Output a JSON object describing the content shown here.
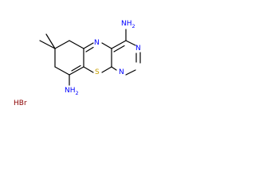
{
  "molecule": {
    "colors": {
      "bond": "#000000",
      "nitrogen": "#0000ff",
      "sulfur": "#c8a000",
      "hydrogen_bromide": "#8b0000"
    },
    "atoms": {
      "amine_top": {
        "main": "NH",
        "sub": "2"
      },
      "amine_bottom": {
        "main": "NH",
        "sub": "2"
      },
      "ring_n_bridge": "N",
      "ring_n_upper": "N",
      "ring_n_lower": "N",
      "ring_s": "S"
    },
    "salt": "HBr"
  }
}
